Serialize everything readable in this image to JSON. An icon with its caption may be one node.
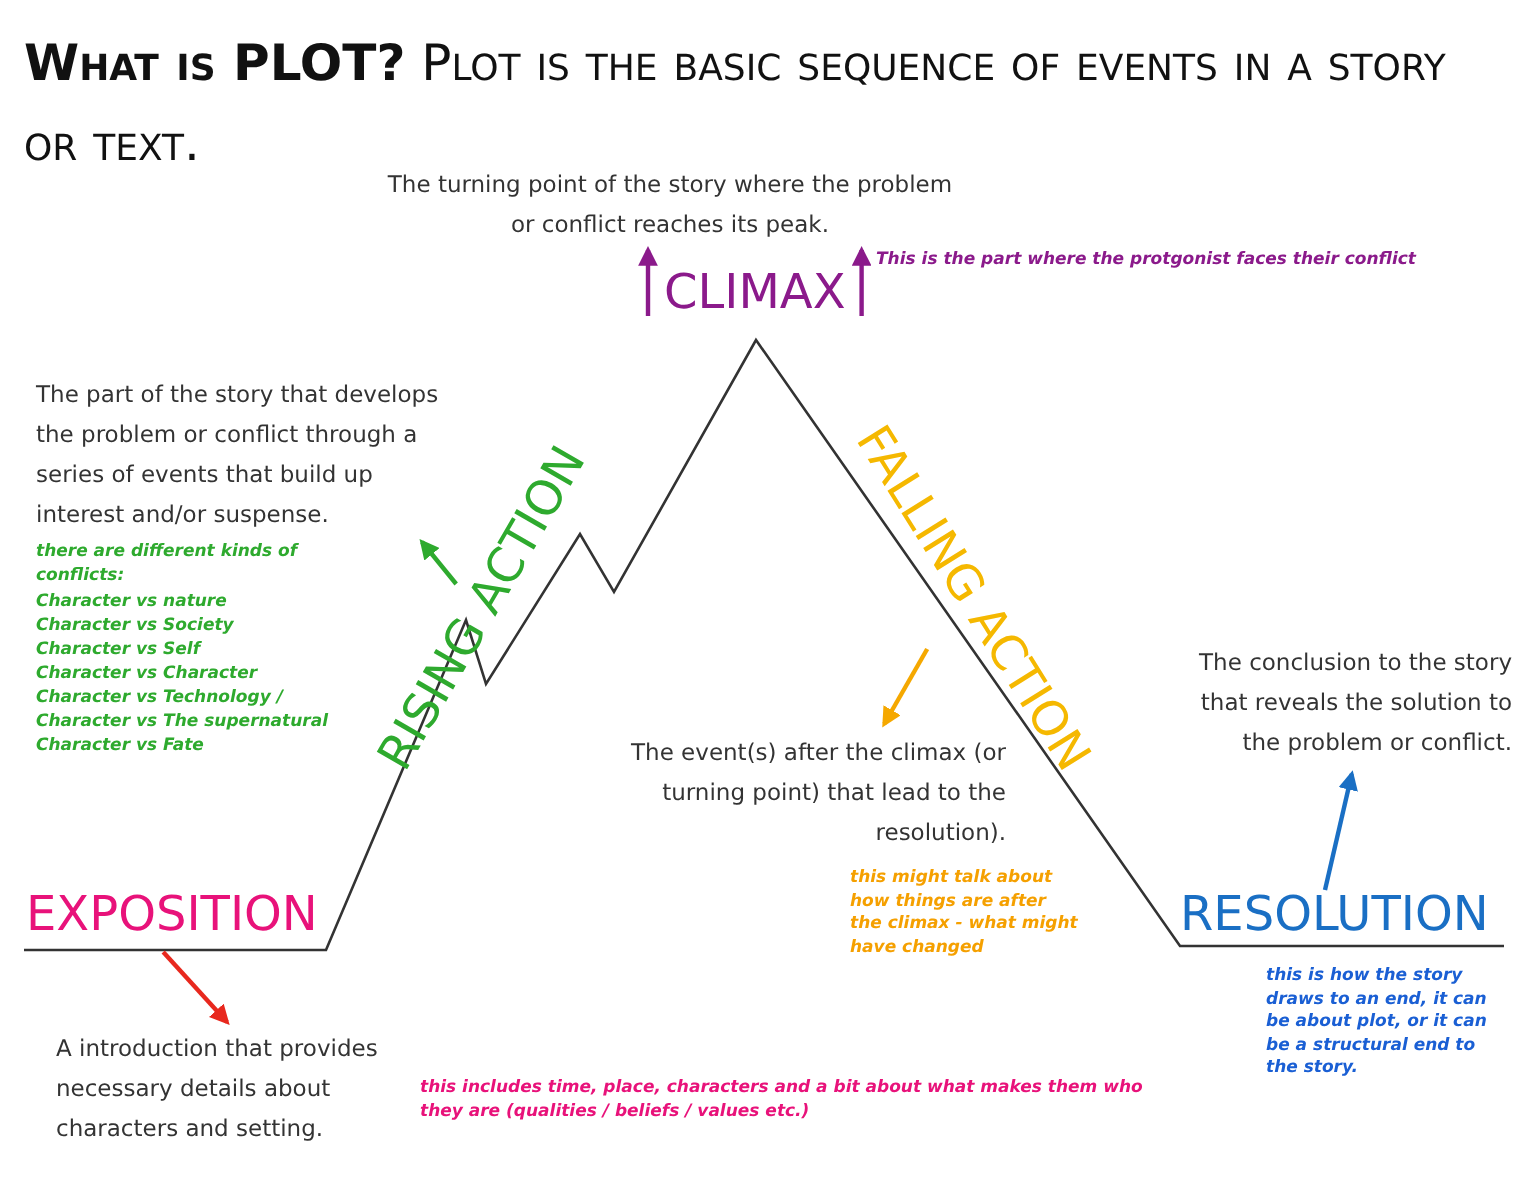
{
  "diagram": {
    "title": "**What is PLOT?** Plot is the basic sequence of events in a story or text.",
    "nodes": [
      {
        "text": [
          "The turning point of the story where the problem or conflict reaches its peak."
        ]
      },
      {
        "text": [
          "CLIMAX"
        ]
      },
      {
        "text": [
          "The part of the story that develops the problem or conflict through a series of events that build up interest and/or suspense."
        ]
      },
      {
        "text": [
          "RISING ACTION"
        ]
      },
      {
        "text": [
          "FALLING ACTION"
        ]
      },
      {
        "text": [
          "The conclusion to the story that reveals the solution to the problem or conflict."
        ]
      },
      {
        "text": [
          "The event(s) after the climax (or turning point) that lead to the resolution)."
        ]
      },
      {
        "text": [
          "EXPOSITION"
        ]
      },
      {
        "text": [
          "RESOLUTION"
        ]
      },
      {
        "text": [
          "A introduction that provides necessary details about characters and setting."
        ]
      }
    ],
    "edges": [
      {
        "from": 1,
        "to": 0,
        "arrow": "to",
        "color": "#8b1a8b"
      },
      {
        "from": 1,
        "to": 0,
        "arrow": "to",
        "color": "#8b1a8b"
      },
      {
        "from": 3,
        "to": 2,
        "arrow": "to",
        "color": "#2eaa2e"
      },
      {
        "from": 4,
        "to": 6,
        "arrow": "to",
        "color": "#f5a800"
      },
      {
        "from": 8,
        "to": 5,
        "arrow": "to",
        "color": "#1a6fc4"
      },
      {
        "from": 7,
        "to": 9,
        "arrow": "to",
        "color": "#e8281e"
      }
    ],
    "labels": [
      "This is the part where the protgonist faces their conflict",
      "there are different kinds of conflicts:",
      "Character vs nature",
      "Character vs Society",
      "Character vs Self",
      "Character vs Character",
      "Character vs Technology /",
      "Character vs The supernatural",
      "Character vs Fate",
      "this might talk about how things are after the climax - what might have changed",
      "this is how the story draws to an end, it can be about plot, or it can be a structural end to the story.",
      "this includes time, place, characters and a bit about what makes them who they are (qualities / beliefs / values etc.)"
    ]
  }
}
